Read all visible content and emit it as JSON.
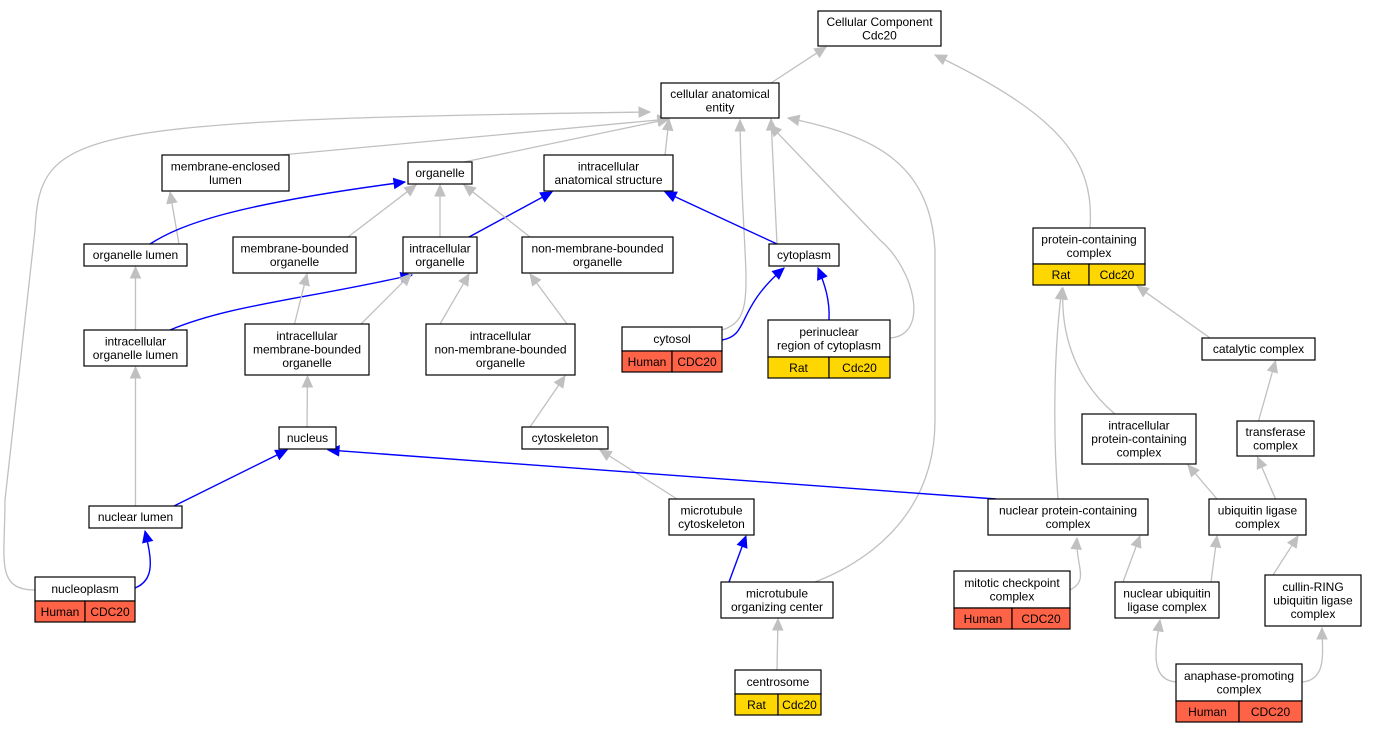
{
  "colors": {
    "human": "#ff6347",
    "rat": "#ffd700",
    "blue_edge": "#0000ff",
    "gray_edge": "#c0c0c0"
  },
  "nodes": {
    "cellular_component": {
      "lines": [
        "Cellular Component",
        "Cdc20"
      ]
    },
    "cellular_anatomical_entity": {
      "lines": [
        "cellular anatomical",
        "entity"
      ]
    },
    "membrane_enclosed_lumen": {
      "lines": [
        "membrane-enclosed",
        "lumen"
      ]
    },
    "organelle": {
      "lines": [
        "organelle"
      ]
    },
    "intracellular_anatomical_structure": {
      "lines": [
        "intracellular",
        "anatomical structure"
      ]
    },
    "protein_containing_complex": {
      "lines": [
        "protein-containing",
        "complex"
      ],
      "species": "Rat",
      "gene": "Cdc20"
    },
    "organelle_lumen": {
      "lines": [
        "organelle lumen"
      ]
    },
    "membrane_bounded_organelle": {
      "lines": [
        "membrane-bounded",
        "organelle"
      ]
    },
    "intracellular_organelle": {
      "lines": [
        "intracellular",
        "organelle"
      ]
    },
    "non_membrane_bounded_organelle": {
      "lines": [
        "non-membrane-bounded",
        "organelle"
      ]
    },
    "cytoplasm": {
      "lines": [
        "cytoplasm"
      ]
    },
    "intracellular_organelle_lumen": {
      "lines": [
        "intracellular",
        "organelle lumen"
      ]
    },
    "intracellular_membrane_bounded_organelle": {
      "lines": [
        "intracellular",
        "membrane-bounded",
        "organelle"
      ]
    },
    "intracellular_non_membrane_bounded_organelle": {
      "lines": [
        "intracellular",
        "non-membrane-bounded",
        "organelle"
      ]
    },
    "cytosol": {
      "lines": [
        "cytosol"
      ],
      "species": "Human",
      "gene": "CDC20"
    },
    "perinuclear_region": {
      "lines": [
        "perinuclear",
        "region of cytoplasm"
      ],
      "species": "Rat",
      "gene": "Cdc20"
    },
    "catalytic_complex": {
      "lines": [
        "catalytic complex"
      ]
    },
    "nucleus": {
      "lines": [
        "nucleus"
      ]
    },
    "cytoskeleton": {
      "lines": [
        "cytoskeleton"
      ]
    },
    "intracellular_protein_containing_complex": {
      "lines": [
        "intracellular",
        "protein-containing",
        "complex"
      ]
    },
    "transferase_complex": {
      "lines": [
        "transferase",
        "complex"
      ]
    },
    "nuclear_lumen": {
      "lines": [
        "nuclear lumen"
      ]
    },
    "microtubule_cytoskeleton": {
      "lines": [
        "microtubule",
        "cytoskeleton"
      ]
    },
    "nuclear_protein_containing_complex": {
      "lines": [
        "nuclear protein-containing",
        "complex"
      ]
    },
    "ubiquitin_ligase_complex": {
      "lines": [
        "ubiquitin ligase",
        "complex"
      ]
    },
    "nucleoplasm": {
      "lines": [
        "nucleoplasm"
      ],
      "species": "Human",
      "gene": "CDC20"
    },
    "mitotic_checkpoint_complex": {
      "lines": [
        "mitotic checkpoint",
        "complex"
      ],
      "species": "Human",
      "gene": "CDC20"
    },
    "nuclear_ubiquitin_ligase_complex": {
      "lines": [
        "nuclear ubiquitin",
        "ligase complex"
      ]
    },
    "cullin_ring_ubiquitin_ligase_complex": {
      "lines": [
        "cullin-RING",
        "ubiquitin ligase",
        "complex"
      ]
    },
    "microtubule_organizing_center": {
      "lines": [
        "microtubule",
        "organizing center"
      ]
    },
    "centrosome": {
      "lines": [
        "centrosome"
      ],
      "species": "Rat",
      "gene": "Cdc20"
    },
    "anaphase_promoting_complex": {
      "lines": [
        "anaphase-promoting",
        "complex"
      ],
      "species": "Human",
      "gene": "CDC20"
    }
  },
  "edges": [
    {
      "from": "cellular_anatomical_entity",
      "to": "cellular_component",
      "kind": "gray"
    },
    {
      "from": "protein_containing_complex",
      "to": "cellular_component",
      "kind": "gray"
    },
    {
      "from": "membrane_enclosed_lumen",
      "to": "cellular_anatomical_entity",
      "kind": "gray"
    },
    {
      "from": "organelle",
      "to": "cellular_anatomical_entity",
      "kind": "gray"
    },
    {
      "from": "intracellular_anatomical_structure",
      "to": "cellular_anatomical_entity",
      "kind": "gray"
    },
    {
      "from": "nucleoplasm",
      "to": "cellular_anatomical_entity",
      "kind": "gray"
    },
    {
      "from": "cytosol",
      "to": "cellular_anatomical_entity",
      "kind": "gray"
    },
    {
      "from": "cytoplasm",
      "to": "cellular_anatomical_entity",
      "kind": "gray"
    },
    {
      "from": "perinuclear_region",
      "to": "cellular_anatomical_entity",
      "kind": "gray"
    },
    {
      "from": "microtubule_organizing_center",
      "to": "cellular_anatomical_entity",
      "kind": "gray"
    },
    {
      "from": "organelle_lumen",
      "to": "membrane_enclosed_lumen",
      "kind": "gray"
    },
    {
      "from": "organelle_lumen",
      "to": "organelle",
      "kind": "blue"
    },
    {
      "from": "membrane_bounded_organelle",
      "to": "organelle",
      "kind": "gray"
    },
    {
      "from": "intracellular_organelle",
      "to": "organelle",
      "kind": "gray"
    },
    {
      "from": "intracellular_organelle",
      "to": "intracellular_anatomical_structure",
      "kind": "blue"
    },
    {
      "from": "non_membrane_bounded_organelle",
      "to": "organelle",
      "kind": "gray"
    },
    {
      "from": "cytoplasm",
      "to": "intracellular_anatomical_structure",
      "kind": "blue"
    },
    {
      "from": "intracellular_organelle_lumen",
      "to": "organelle_lumen",
      "kind": "gray"
    },
    {
      "from": "intracellular_organelle_lumen",
      "to": "intracellular_organelle",
      "kind": "blue"
    },
    {
      "from": "intracellular_membrane_bounded_organelle",
      "to": "membrane_bounded_organelle",
      "kind": "gray"
    },
    {
      "from": "intracellular_membrane_bounded_organelle",
      "to": "intracellular_organelle",
      "kind": "gray"
    },
    {
      "from": "intracellular_non_membrane_bounded_organelle",
      "to": "intracellular_organelle",
      "kind": "gray"
    },
    {
      "from": "intracellular_non_membrane_bounded_organelle",
      "to": "non_membrane_bounded_organelle",
      "kind": "gray"
    },
    {
      "from": "cytosol",
      "to": "cytoplasm",
      "kind": "blue"
    },
    {
      "from": "perinuclear_region",
      "to": "cytoplasm",
      "kind": "blue"
    },
    {
      "from": "catalytic_complex",
      "to": "protein_containing_complex",
      "kind": "gray"
    },
    {
      "from": "intracellular_protein_containing_complex",
      "to": "protein_containing_complex",
      "kind": "gray"
    },
    {
      "from": "nuclear_protein_containing_complex",
      "to": "protein_containing_complex",
      "kind": "gray"
    },
    {
      "from": "nucleus",
      "to": "intracellular_membrane_bounded_organelle",
      "kind": "gray"
    },
    {
      "from": "cytoskeleton",
      "to": "intracellular_non_membrane_bounded_organelle",
      "kind": "gray"
    },
    {
      "from": "transferase_complex",
      "to": "catalytic_complex",
      "kind": "gray"
    },
    {
      "from": "nuclear_lumen",
      "to": "intracellular_organelle_lumen",
      "kind": "gray"
    },
    {
      "from": "nuclear_lumen",
      "to": "nucleus",
      "kind": "blue"
    },
    {
      "from": "microtubule_cytoskeleton",
      "to": "cytoskeleton",
      "kind": "gray"
    },
    {
      "from": "nuclear_protein_containing_complex",
      "to": "nucleus",
      "kind": "blue"
    },
    {
      "from": "ubiquitin_ligase_complex",
      "to": "transferase_complex",
      "kind": "gray"
    },
    {
      "from": "ubiquitin_ligase_complex",
      "to": "intracellular_protein_containing_complex",
      "kind": "gray"
    },
    {
      "from": "nucleoplasm",
      "to": "nuclear_lumen",
      "kind": "blue"
    },
    {
      "from": "mitotic_checkpoint_complex",
      "to": "nuclear_protein_containing_complex",
      "kind": "gray"
    },
    {
      "from": "nuclear_ubiquitin_ligase_complex",
      "to": "nuclear_protein_containing_complex",
      "kind": "gray"
    },
    {
      "from": "nuclear_ubiquitin_ligase_complex",
      "to": "ubiquitin_ligase_complex",
      "kind": "gray"
    },
    {
      "from": "cullin_ring_ubiquitin_ligase_complex",
      "to": "ubiquitin_ligase_complex",
      "kind": "gray"
    },
    {
      "from": "microtubule_organizing_center",
      "to": "microtubule_cytoskeleton",
      "kind": "blue"
    },
    {
      "from": "centrosome",
      "to": "microtubule_organizing_center",
      "kind": "gray"
    },
    {
      "from": "anaphase_promoting_complex",
      "to": "nuclear_ubiquitin_ligase_complex",
      "kind": "gray"
    },
    {
      "from": "anaphase_promoting_complex",
      "to": "cullin_ring_ubiquitin_ligase_complex",
      "kind": "gray"
    }
  ]
}
